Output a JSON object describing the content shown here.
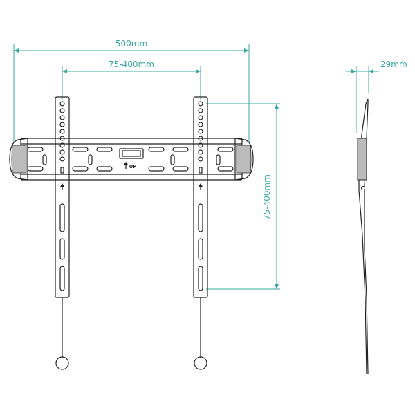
{
  "dimensions": {
    "overall_width": "500mm",
    "horizontal_vesa": "75-400mm",
    "vertical_vesa": "75-400mm",
    "depth": "29mm"
  },
  "labels": {
    "up_marker": "UP"
  },
  "colors": {
    "dimension": "#3aa8a0",
    "outline": "#222222"
  }
}
